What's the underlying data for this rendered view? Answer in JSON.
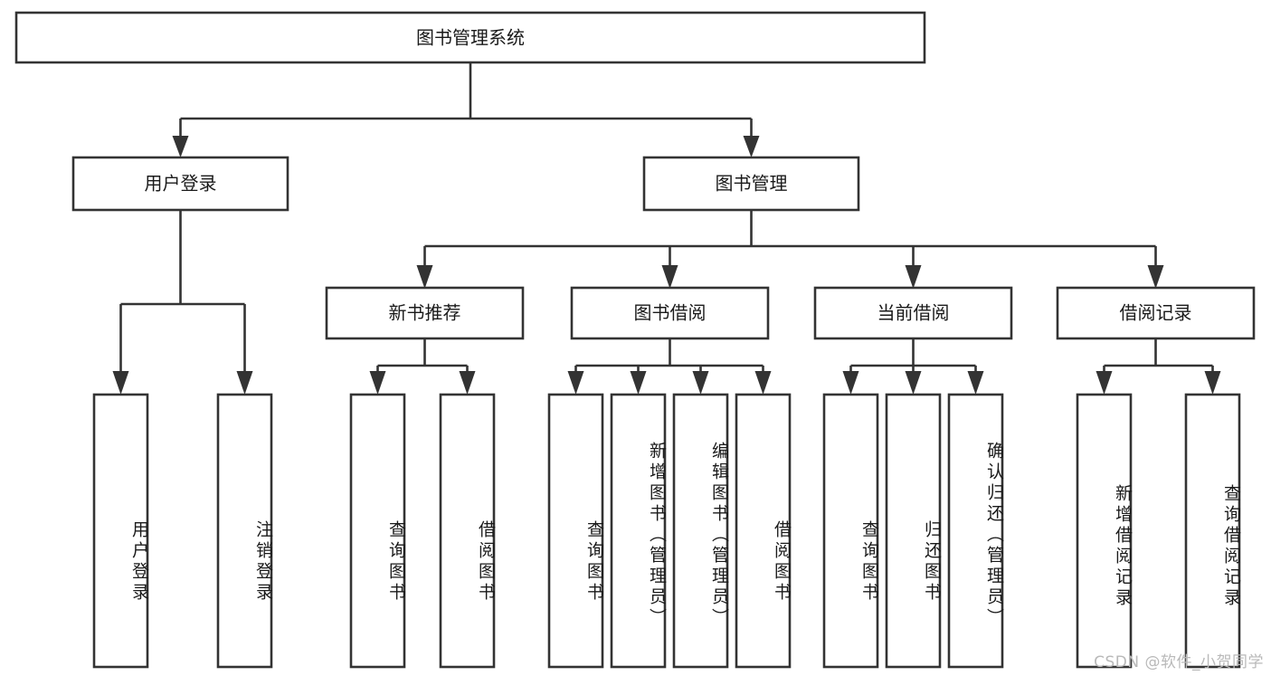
{
  "diagram": {
    "type": "hierarchy-tree",
    "title": "图书管理系统",
    "colors": {
      "box_stroke": "#333333",
      "box_fill": "#ffffff",
      "connector": "#333333",
      "text": "#1a1a1a",
      "background": "#ffffff",
      "watermark": "#b9b9b9"
    },
    "root": {
      "label": "图书管理系统"
    },
    "level2": [
      {
        "label": "用户登录"
      },
      {
        "label": "图书管理"
      }
    ],
    "level3": [
      {
        "label": "新书推荐"
      },
      {
        "label": "图书借阅"
      },
      {
        "label": "当前借阅"
      },
      {
        "label": "借阅记录"
      }
    ],
    "leaves": {
      "user_login": [
        {
          "label": "用户登录"
        },
        {
          "label": "注销登录"
        }
      ],
      "new_book_recommend": [
        {
          "label": "查询图书"
        },
        {
          "label": "借阅图书"
        }
      ],
      "book_borrow": [
        {
          "label": "查询图书"
        },
        {
          "label": "新增图书（管理员）"
        },
        {
          "label": "编辑图书（管理员）"
        },
        {
          "label": "借阅图书"
        }
      ],
      "current_borrow": [
        {
          "label": "查询图书"
        },
        {
          "label": "归还图书"
        },
        {
          "label": "确认归还（管理员）"
        }
      ],
      "borrow_record": [
        {
          "label": "新增借阅记录"
        },
        {
          "label": "查询借阅记录"
        }
      ]
    }
  },
  "watermark": {
    "text": "CSDN @软件_小贺同学"
  }
}
